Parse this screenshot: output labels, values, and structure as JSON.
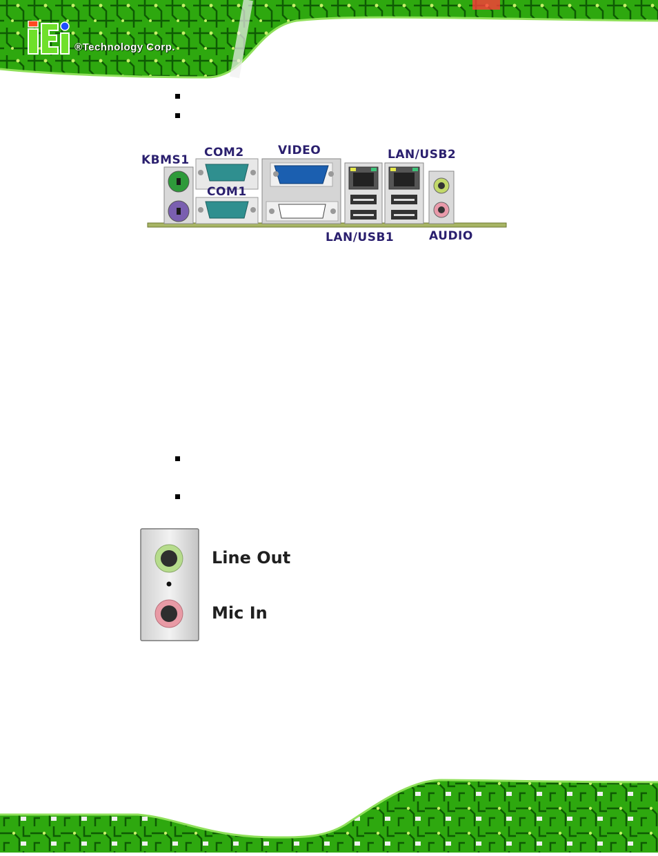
{
  "header": {
    "logo_mark": "iEi",
    "logo_text": "®Technology Corp."
  },
  "io_panel": {
    "labels": {
      "kbms": "KBMS1",
      "com2": "COM2",
      "com1": "COM1",
      "video": "VIDEO",
      "lan_usb2": "LAN/USB2",
      "lan_usb1": "LAN/USB1",
      "audio": "AUDIO"
    }
  },
  "audio_jacks": {
    "line_out": "Line Out",
    "mic_in": "Mic In"
  },
  "colors": {
    "pcb_green": "#3fbf1a",
    "label_navy": "#2a1f6e",
    "line_out_green": "#b6dc8c",
    "mic_pink": "#e89aa5"
  }
}
